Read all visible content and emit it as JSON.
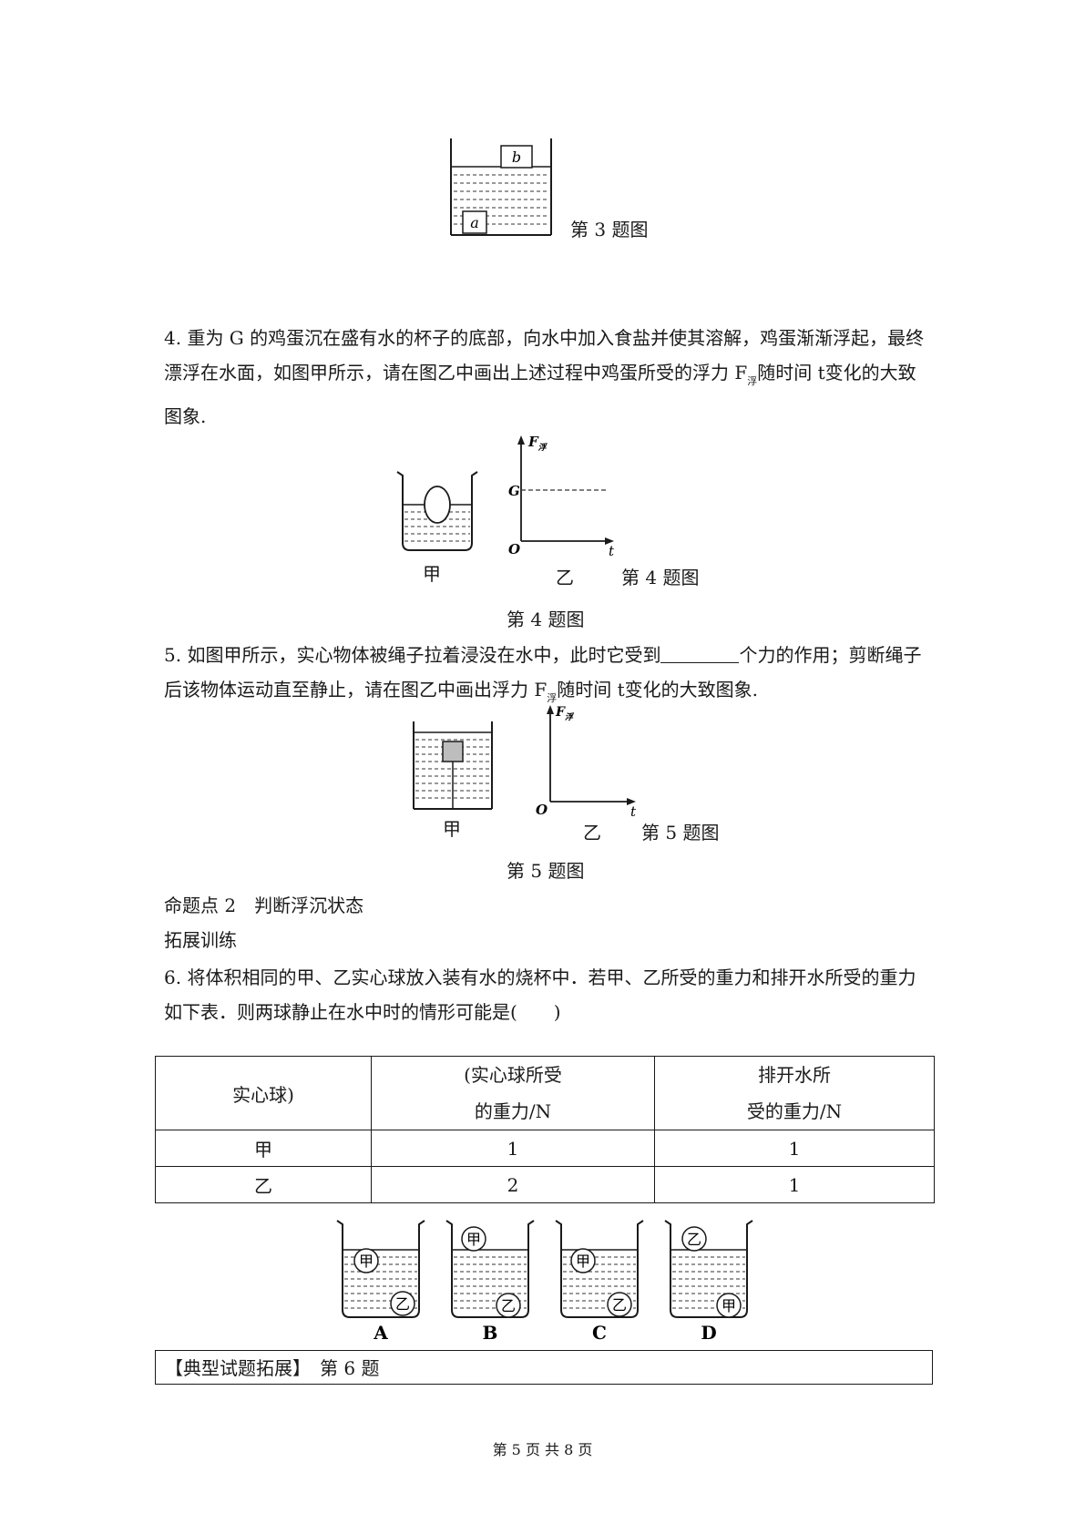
{
  "fig3": {
    "block_b": "b",
    "block_a": "a",
    "caption": "第 3 题图"
  },
  "q4": {
    "text_part1": "4. 重为 G 的鸡蛋沉在盛有水的杯子的底部，向水中加入食盐并使其溶解，鸡蛋渐渐浮起，最终漂浮在水面，如图甲所示，请在图乙中画出上述过程中鸡蛋所受的浮力 F",
    "sub": "浮",
    "text_part2": "随时间 t变化的大致图象.",
    "graph_ylabel": "F",
    "graph_ylabel_sub": "浮",
    "graph_xlabel": "t",
    "graph_origin": "O",
    "graph_g_label": "G",
    "label_jia": "甲",
    "label_yi": "乙",
    "inline_caption": "第 4 题图",
    "caption": "第 4 题图"
  },
  "q5": {
    "text_part1": "5. 如图甲所示，实心物体被绳子拉着浸没在水中，此时它受到",
    "text_part2": "个力的作用；剪断绳子后该物体运动直至静止，请在图乙中画出浮力 F",
    "sub": "浮",
    "text_part3": "随时间 t变化的大致图象.",
    "graph_ylabel": "F",
    "graph_ylabel_sub": "浮",
    "graph_xlabel": "t",
    "graph_origin": "O",
    "label_jia": "甲",
    "label_yi": "乙",
    "inline_caption": "第 5 题图",
    "caption": "第 5 题图"
  },
  "section": {
    "heading": "命题点 2　判断浮沉状态",
    "sub_heading": "拓展训练"
  },
  "q6": {
    "text": "6. 将体积相同的甲、乙实心球放入装有水的烧杯中．若甲、乙所受的重力和排开水所受的重力如下表．则两球静止在水中时的情形可能是(　　)",
    "table": {
      "headers": [
        "实心球)",
        "(实心球所受",
        "的重力/N",
        "排开水所",
        "受的重力/N"
      ],
      "rows": [
        [
          "甲",
          "1",
          "1"
        ],
        [
          "乙",
          "2",
          "1"
        ]
      ]
    },
    "options": [
      {
        "letter": "A",
        "top_ball": "甲",
        "bottom_ball": "乙"
      },
      {
        "letter": "B",
        "top_ball": "甲",
        "bottom_ball": "乙"
      },
      {
        "letter": "C",
        "top_ball": "甲",
        "bottom_ball": "乙"
      },
      {
        "letter": "D",
        "top_ball": "乙",
        "bottom_ball": "甲"
      }
    ],
    "footer_box": "【典型试题拓展】　第 6 题"
  },
  "page_footer": "第 5 页 共 8 页"
}
